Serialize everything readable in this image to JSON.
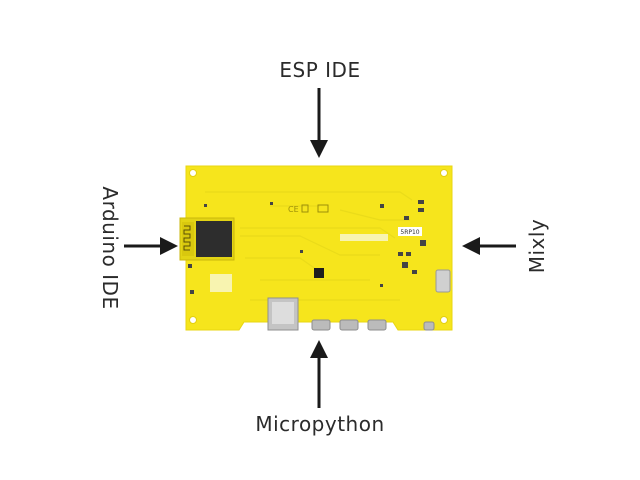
{
  "labels": {
    "top": "ESP IDE",
    "bottom": "Micropython",
    "left": "Arduino IDE",
    "right": "Mixly"
  },
  "board": {
    "silkscreen_mark": "5RP10",
    "board_color": "#f6e51c",
    "accent_color": "#f8f4b0"
  },
  "colors": {
    "arrow": "#1a1a1a",
    "text": "#2b2b2b"
  }
}
